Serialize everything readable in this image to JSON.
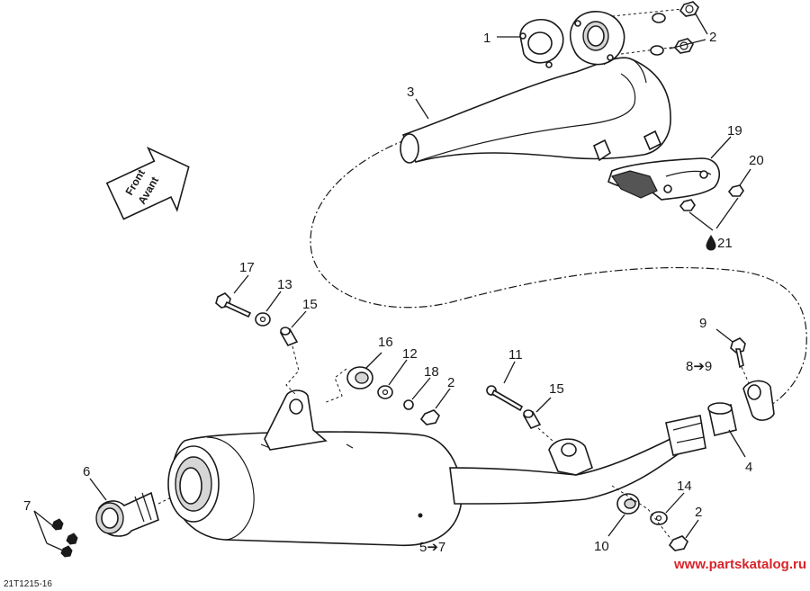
{
  "diagram": {
    "reference": "21T1215-16",
    "watermark": "www.partskatalog.ru",
    "watermark_color": "#d8242a",
    "line_color": "#1a1a1a",
    "front_label": {
      "line1": "Front",
      "line2": "Avant"
    },
    "callouts": {
      "c1": "1",
      "c2_top": "2",
      "c3": "3",
      "c19": "19",
      "c20": "20",
      "c21": "21",
      "c17": "17",
      "c13": "13",
      "c15_left": "15",
      "c16": "16",
      "c12": "12",
      "c18": "18",
      "c2_mid": "2",
      "c11": "11",
      "c15_mid": "15",
      "c9": "9",
      "c8_9": "8➔9",
      "c4": "4",
      "c6": "6",
      "c7": "7",
      "c5_7": "5➔7",
      "c10": "10",
      "c14": "14",
      "c2_bottom": "2"
    }
  }
}
